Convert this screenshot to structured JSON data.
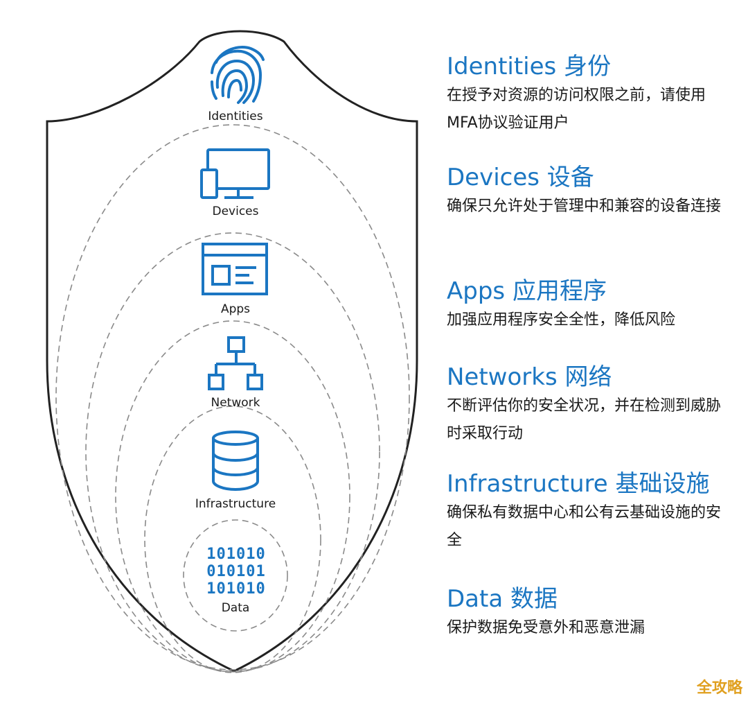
{
  "layers": {
    "identities": "Identities",
    "devices": "Devices",
    "apps": "Apps",
    "network": "Network",
    "infrastructure": "Infrastructure",
    "data": "Data"
  },
  "binary_rows": [
    "101010",
    "010101",
    "101010"
  ],
  "descriptions": [
    {
      "title": "Identities 身份",
      "text": "在授予对资源的访问权限之前，请使用MFA协议验证用户"
    },
    {
      "title": "Devices 设备",
      "text": "确保只允许处于管理中和兼容的设备连接"
    },
    {
      "title": "Apps  应用程序",
      "text": "加强应用程序安全全性，降低风险"
    },
    {
      "title": "Networks 网络",
      "text": "不断评估你的安全状况，并在检测到威胁时采取行动"
    },
    {
      "title": "Infrastructure 基础设施",
      "text": "确保私有数据中心和公有云基础设施的安全"
    },
    {
      "title": "Data 数据",
      "text": "保护数据免受意外和恶意泄漏"
    }
  ],
  "watermark": "全攻略",
  "colors": {
    "accent": "#1b76c2",
    "outline": "#222222",
    "dashed": "#8a8a8a"
  }
}
